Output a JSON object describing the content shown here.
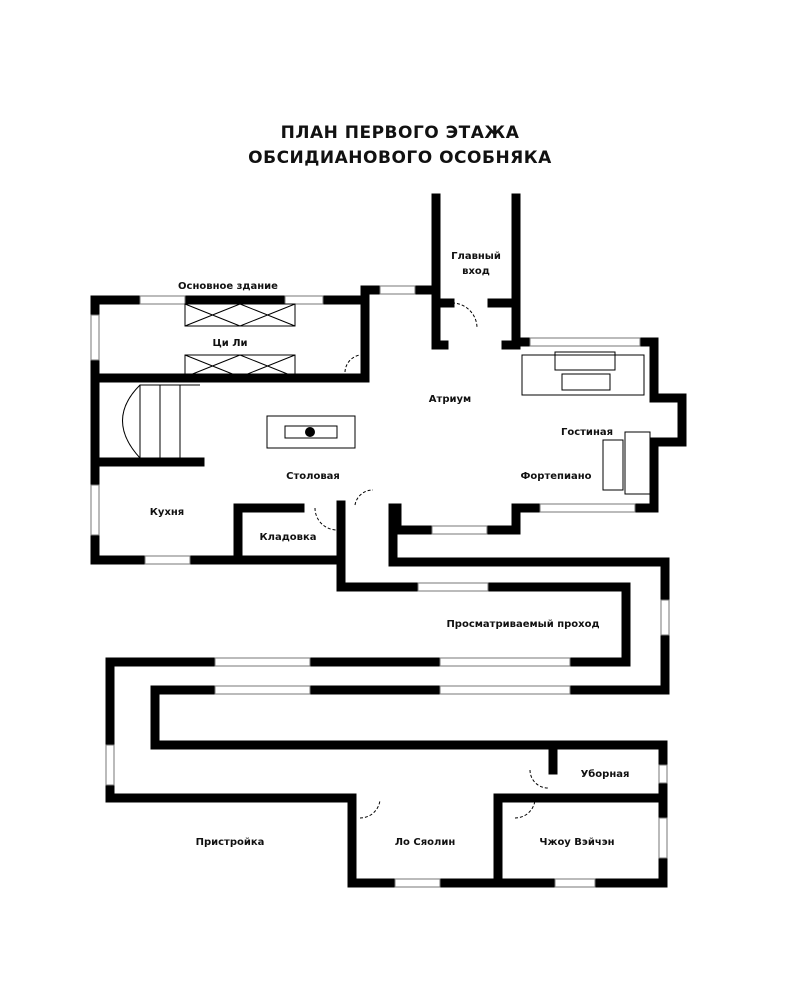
{
  "title": {
    "line1": "ПЛАН ПЕРВОГО ЭТАЖА",
    "line2": "ОБСИДИАНОВОГО ОСОБНЯКА"
  },
  "rooms": {
    "main_building": "Основное здание",
    "main_entrance_1": "Главный",
    "main_entrance_2": "вход",
    "qi_li": "Ци Ли",
    "atrium": "Атриум",
    "living_room": "Гостиная",
    "piano": "Фортепиано",
    "dining": "Столовая",
    "kitchen": "Кухня",
    "pantry": "Кладовка",
    "corridor": "Просматриваемый проход",
    "annex": "Пристройка",
    "toilet": "Уборная",
    "luo_xiaolin": "Ло Сяолин",
    "zhou_weichen": "Чжоу Вэйчэн"
  }
}
